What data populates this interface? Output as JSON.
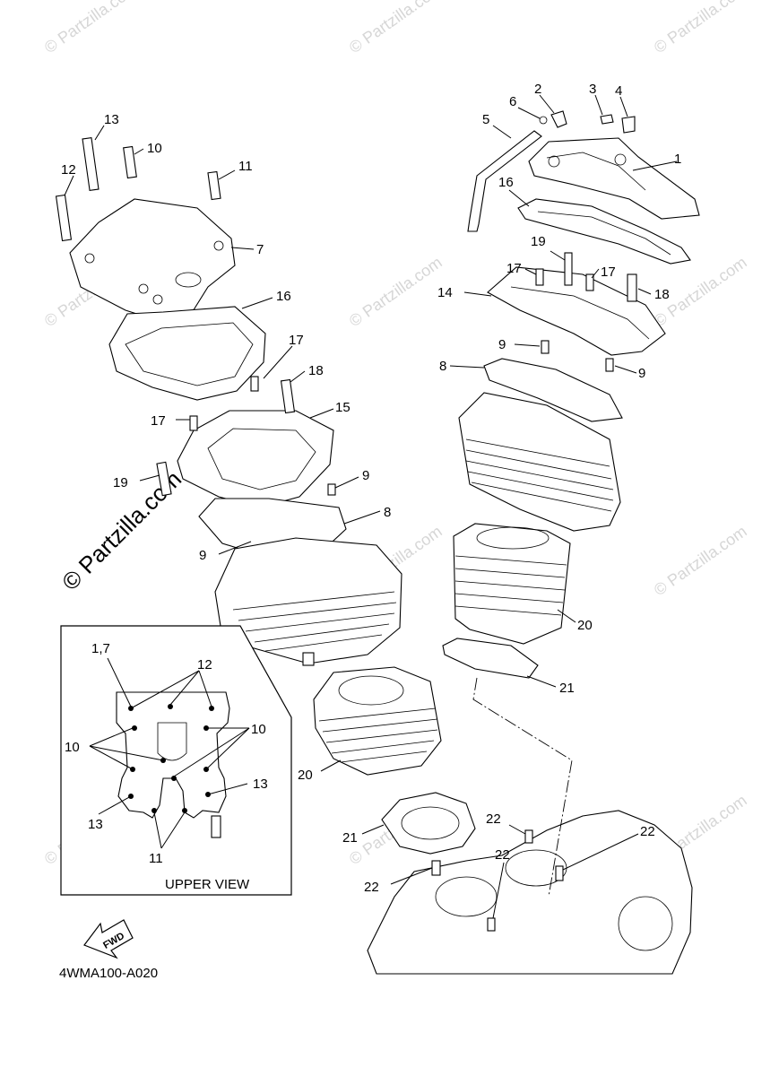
{
  "watermark": "© Partzilla.com",
  "watermark_large": "© Partzilla.com",
  "diagram_code": "4WMA100-A020",
  "fwd_label": "FWD",
  "inset": {
    "title": "UPPER VIEW",
    "callouts": {
      "c17": "1,7",
      "c12": "12",
      "c10a": "10",
      "c10b": "10",
      "c13a": "13",
      "c13b": "13",
      "c11": "11"
    }
  },
  "callouts": {
    "r1": "1",
    "r2": "2",
    "r3": "3",
    "r4": "4",
    "r5": "5",
    "r6": "6",
    "r16": "16",
    "r19": "19",
    "r17a": "17",
    "r17b": "17",
    "r14": "14",
    "r18": "18",
    "r9a": "9",
    "r9b": "9",
    "r8": "8",
    "r20": "20",
    "r21": "21",
    "l13": "13",
    "l10": "10",
    "l12": "12",
    "l11": "11",
    "l7": "7",
    "l16": "16",
    "l17a": "17",
    "l18": "18",
    "l15": "15",
    "l17b": "17",
    "l19": "19",
    "l9a": "9",
    "l8": "8",
    "l9b": "9",
    "l20": "20",
    "l21": "21",
    "b22a": "22",
    "b22b": "22",
    "b22c": "22",
    "b22d": "22"
  }
}
